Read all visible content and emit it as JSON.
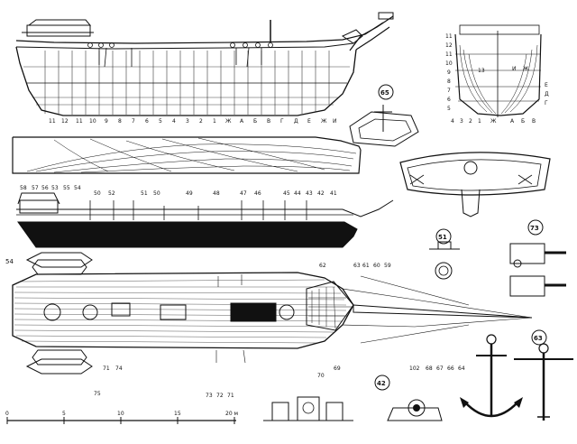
{
  "frame_numbers": [
    "11",
    "12",
    "11",
    "10",
    "9",
    "8",
    "7",
    "6",
    "5",
    "4",
    "3",
    "2",
    "1",
    "Ж",
    "А",
    "Б",
    "В",
    "Г",
    "Д",
    "Е",
    "Ж",
    "И"
  ],
  "hull_callouts": [
    "58",
    "57",
    "56",
    "53",
    "55",
    "54",
    "50",
    "52",
    "51",
    "50",
    "49",
    "48",
    "47",
    "46",
    "45",
    "44",
    "43",
    "42",
    "41"
  ],
  "deck_callouts": [
    "62",
    "63",
    "61",
    "60",
    "59"
  ],
  "bottom_callouts": [
    "75",
    "71",
    "74",
    "73",
    "72",
    "71",
    "70",
    "69",
    "102",
    "68",
    "67",
    "66",
    "64"
  ],
  "side_number": "54",
  "body_plan_right_labels": [
    "13",
    "И",
    "Ж",
    "Е",
    "Д",
    "Г"
  ],
  "body_plan_left_labels": [
    "11",
    "12",
    "11",
    "10",
    "9",
    "8",
    "7",
    "6",
    "5"
  ],
  "body_plan_bottom_labels": [
    "4",
    "3",
    "2",
    "1",
    "Ж",
    "А",
    "Б",
    "В"
  ],
  "circle_labels": {
    "hatch": "65",
    "cleat": "51",
    "gun": "73",
    "anchor": "63",
    "capstan": "42"
  },
  "scale": {
    "ticks": [
      "0",
      "5",
      "10",
      "15",
      "20 м"
    ]
  }
}
